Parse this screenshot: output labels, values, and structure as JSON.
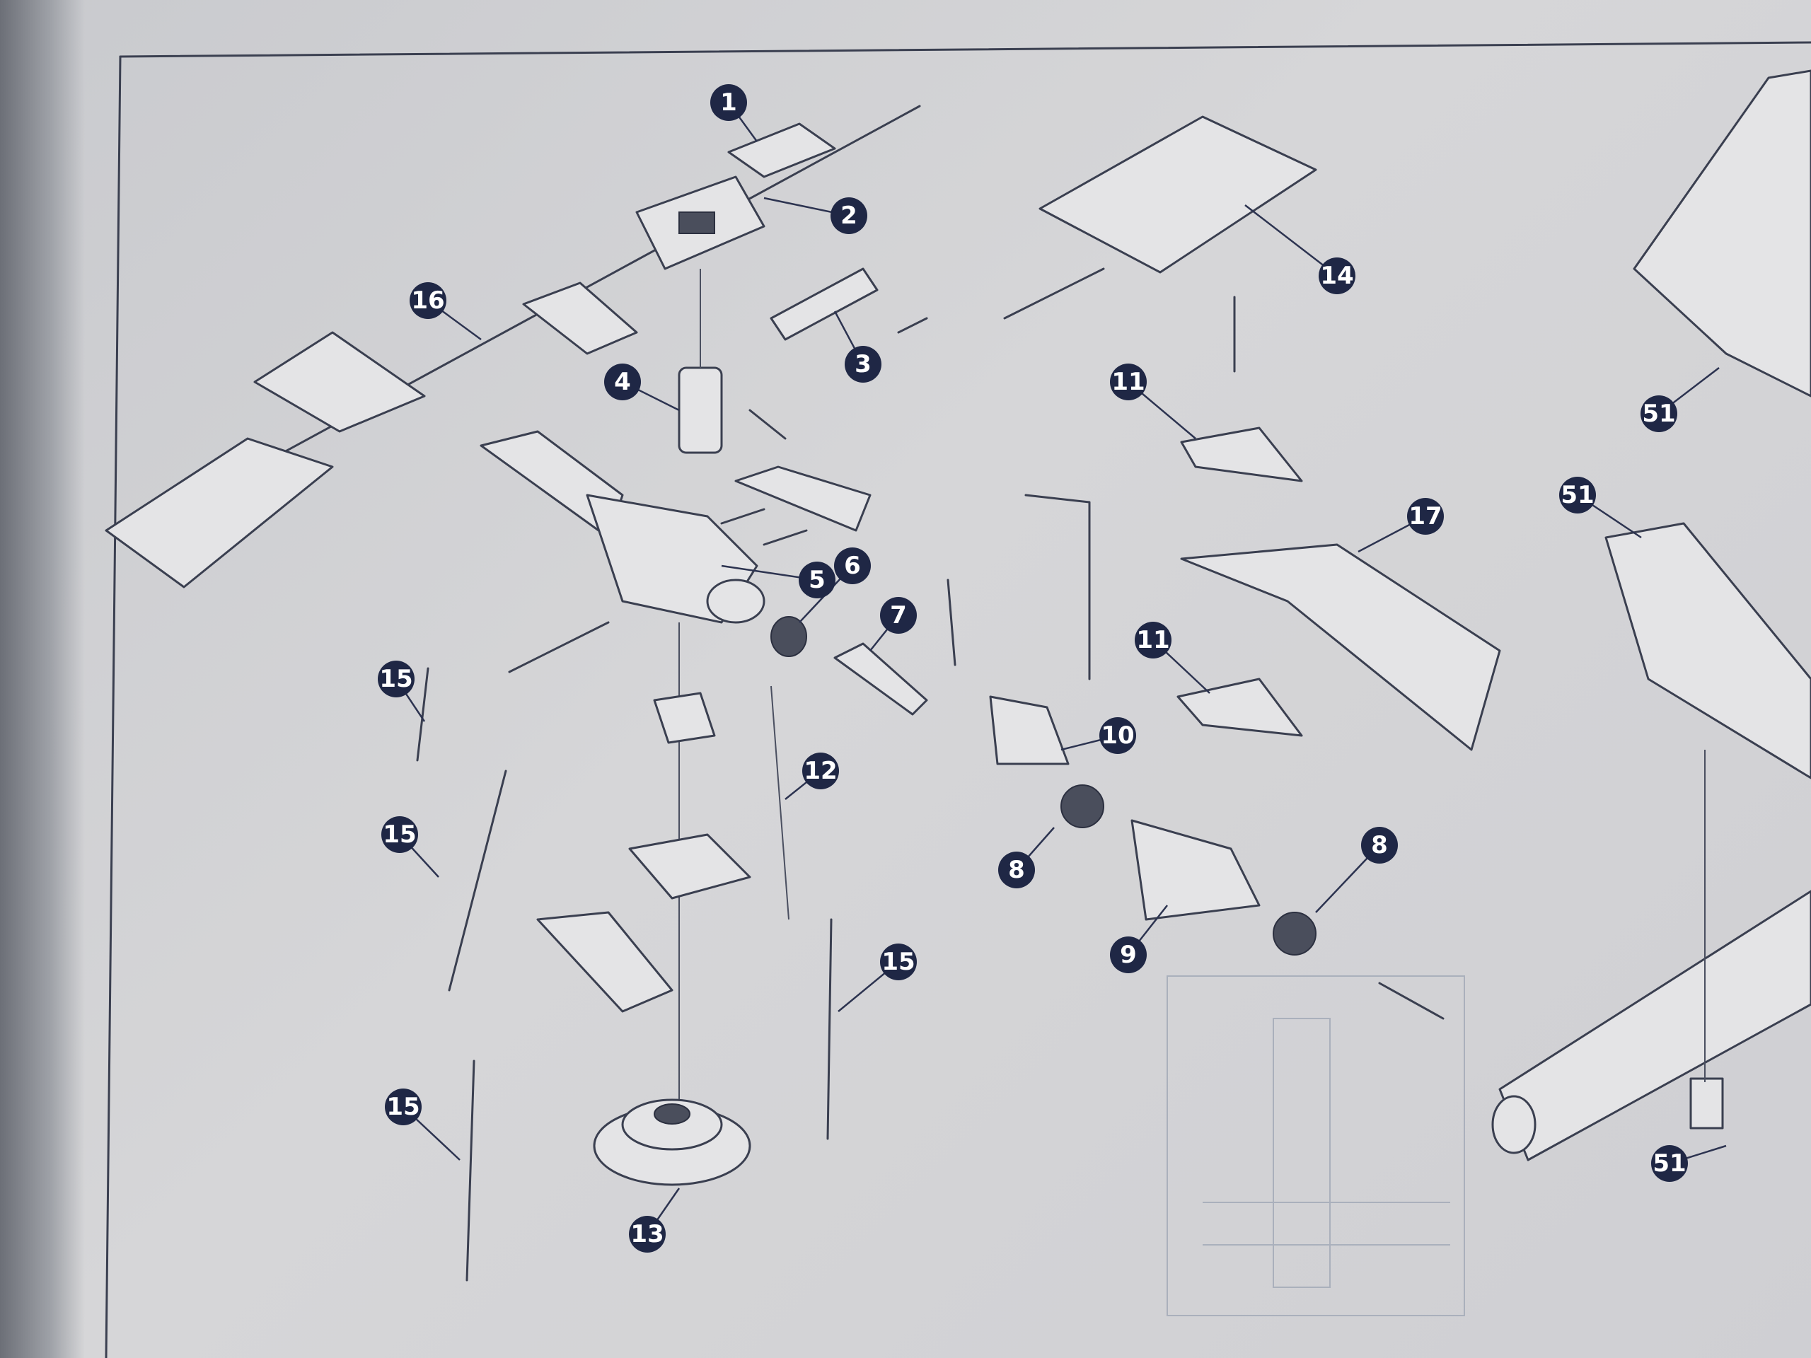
{
  "parts": [
    {
      "id": "callout-1",
      "label": "1"
    },
    {
      "id": "callout-2",
      "label": "2"
    },
    {
      "id": "callout-3",
      "label": "3"
    },
    {
      "id": "callout-4",
      "label": "4"
    },
    {
      "id": "callout-5",
      "label": "5"
    },
    {
      "id": "callout-6",
      "label": "6"
    },
    {
      "id": "callout-7",
      "label": "7"
    },
    {
      "id": "callout-8a",
      "label": "8"
    },
    {
      "id": "callout-8b",
      "label": "8"
    },
    {
      "id": "callout-9",
      "label": "9"
    },
    {
      "id": "callout-10",
      "label": "10"
    },
    {
      "id": "callout-11a",
      "label": "11"
    },
    {
      "id": "callout-11b",
      "label": "11"
    },
    {
      "id": "callout-12",
      "label": "12"
    },
    {
      "id": "callout-13",
      "label": "13"
    },
    {
      "id": "callout-14",
      "label": "14"
    },
    {
      "id": "callout-15a",
      "label": "15"
    },
    {
      "id": "callout-15b",
      "label": "15"
    },
    {
      "id": "callout-15c",
      "label": "15"
    },
    {
      "id": "callout-15d",
      "label": "15"
    },
    {
      "id": "callout-16",
      "label": "16"
    },
    {
      "id": "callout-17",
      "label": "17"
    },
    {
      "id": "callout-51a",
      "label": "51"
    },
    {
      "id": "callout-51b",
      "label": "51"
    },
    {
      "id": "callout-51c",
      "label": "51"
    }
  ],
  "colors": {
    "badge": "#1f2745",
    "line": "#3a3f50",
    "paper": "#d6d6d8"
  }
}
